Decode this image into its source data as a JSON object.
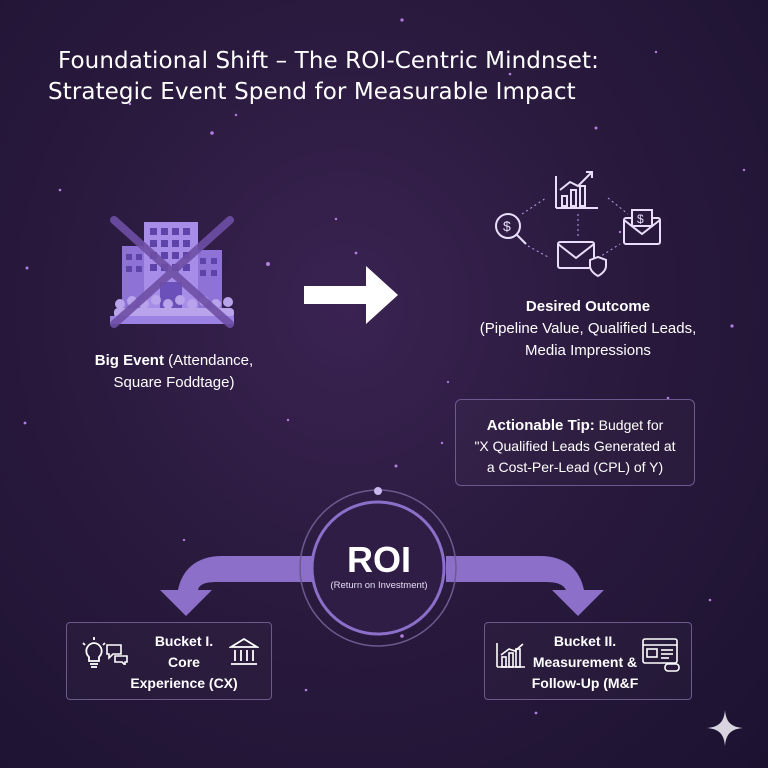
{
  "title": {
    "line1": "Foundational Shift – The ROI-Centric Mindnset:",
    "line2": "Strategic Event Spend for Measurable Impact"
  },
  "old_model": {
    "label_bold": "Big Event",
    "label_rest": " (Attendance,",
    "label_line2": "Square Foddtage)"
  },
  "new_model": {
    "label_bold": "Desired Outcome",
    "label_line2": "(Pipeline Value, Qualified Leads,",
    "label_line3": "Media Impressions"
  },
  "tip": {
    "label_bold": "Actionable Tip:",
    "label_rest": " Budget for",
    "line2": "\"X Qualified Leads Generated at",
    "line3": "a Cost-Per-Lead (CPL) of Y)"
  },
  "roi": {
    "label": "ROI",
    "sublabel": "(Return on Investment)"
  },
  "buckets": [
    {
      "line1": "Bucket I.",
      "line2": "Core",
      "line3": "Experience (CX)"
    },
    {
      "line1": "Bucket II.",
      "line2": "Measurement &",
      "line3": "Follow-Up (M&F"
    }
  ],
  "icons": {
    "old_model": "crossed-out-building-icon",
    "transition": "arrow-right-icon",
    "outcome_network": [
      "growth-chart-icon",
      "dollar-search-icon",
      "dollar-envelope-icon",
      "email-shield-icon"
    ],
    "bucket_1": [
      "lightbulb-icon",
      "chat-bubbles-icon",
      "bank-building-icon"
    ],
    "bucket_2": [
      "bar-chart-icon",
      "dashboard-screen-icon"
    ],
    "corner": "sparkle-icon"
  },
  "colors": {
    "background": "#2a1a3e",
    "accent_purple": "#8b6fc9",
    "light_purple": "#b9a3ea",
    "border": "#6c5a8e",
    "text": "#ffffff"
  }
}
